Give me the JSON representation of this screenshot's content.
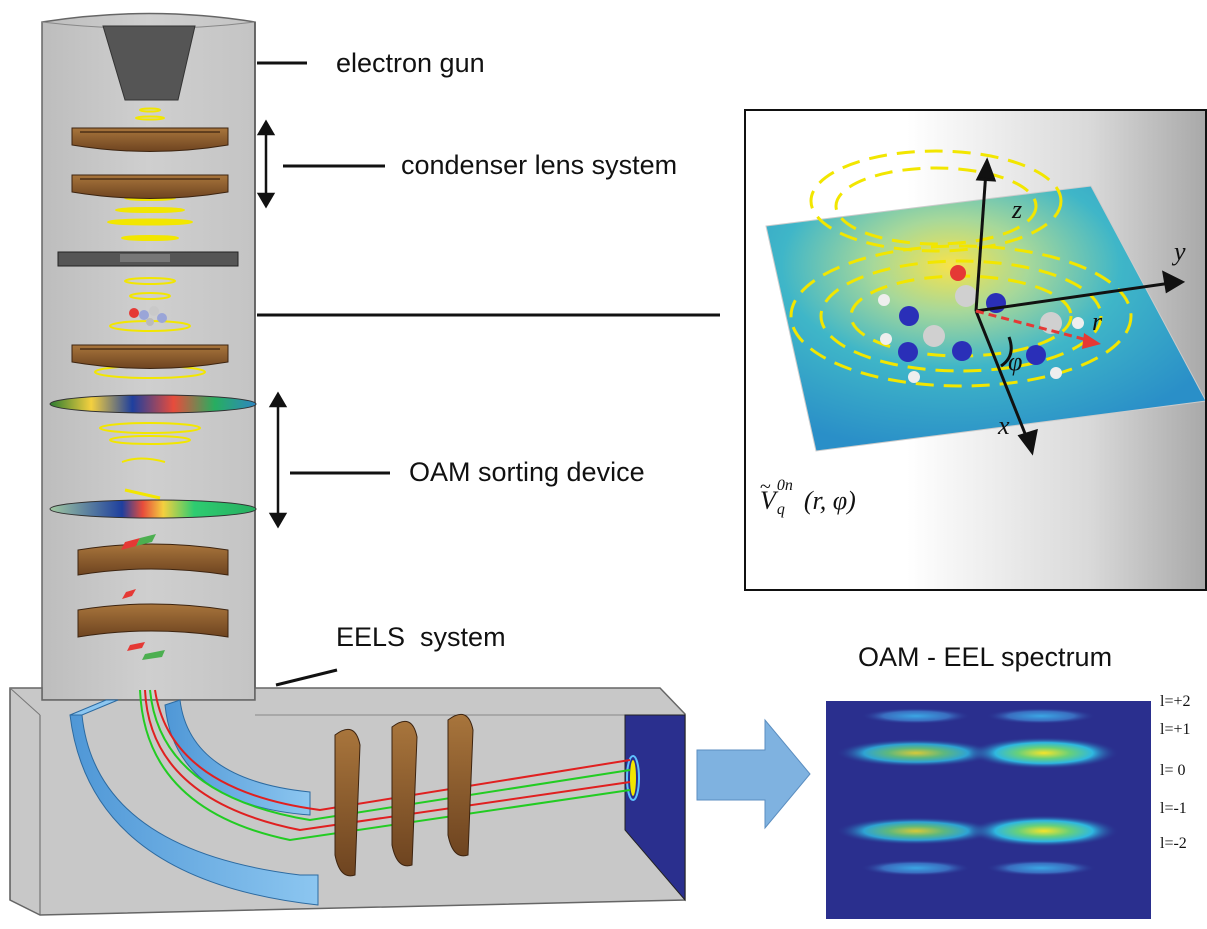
{
  "labels": {
    "electron_gun": "electron gun",
    "condenser": "condenser lens system",
    "oam_sorting": "OAM sorting device",
    "eels_system": "EELS  system",
    "spectrum_title": "OAM - EEL spectrum"
  },
  "inset": {
    "axis_z": "z",
    "axis_y": "y",
    "axis_x": "x",
    "axis_r": "r",
    "angle": "φ",
    "potential": {
      "V": "V",
      "superscript": "0n",
      "subscript": "q",
      "args": "(r, φ)"
    }
  },
  "spectrum_levels": [
    "l=+2",
    "l=+1",
    "l= 0",
    "l=-1",
    "l=-2"
  ],
  "colors": {
    "column_grey": "#c8c8c8",
    "lens_brown": "#8b5a2b",
    "magnet_blue": "#6aaee0",
    "beam_yellow": "#f2e600",
    "path_red": "#e02020",
    "path_green": "#22cc22",
    "spectrum_bg": "#2a2f8e",
    "arrow_blue": "#7fb2e0"
  }
}
